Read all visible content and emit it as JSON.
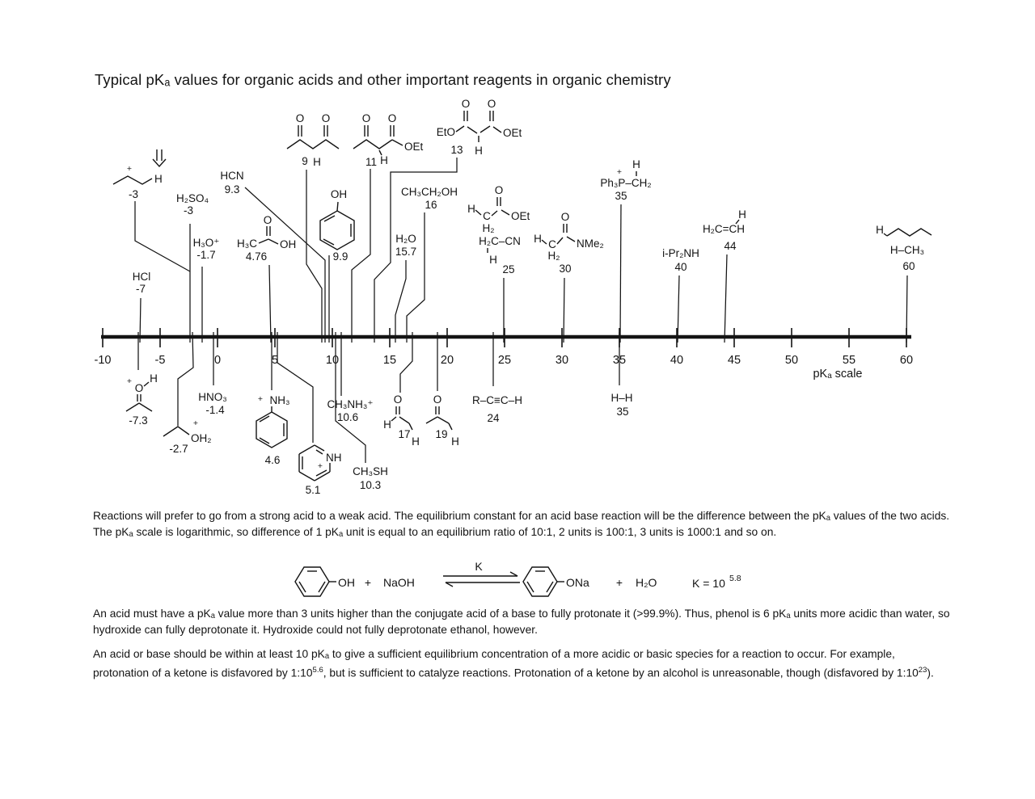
{
  "title": "Typical pKₐ values for organic acids and other important reagents in organic chemistry",
  "scale": {
    "ticks": [
      "-10",
      "-5",
      "0",
      "5",
      "10",
      "15",
      "20",
      "25",
      "30",
      "35",
      "40",
      "45",
      "50",
      "55",
      "60"
    ],
    "label": "pKₐ scale"
  },
  "compounds": {
    "above": {
      "hcl": {
        "formula": "HCl",
        "pka": "-7"
      },
      "propene_cation": {
        "plus": "+",
        "h": "H",
        "pka": "-3"
      },
      "h2so4": {
        "formula": "H₂SO₄",
        "pka": "-3"
      },
      "h3o": {
        "formula": "H₃O⁺",
        "pka": "-1.7"
      },
      "acetic_acid": {
        "h3c": "H₃C",
        "o": "O",
        "oh": "OH",
        "pka": "4.76"
      },
      "hcn": {
        "formula": "HCN",
        "pka": "9.3"
      },
      "acetylacetone": {
        "o1": "O",
        "o2": "O",
        "pka": "9",
        "h": "H"
      },
      "phenol": {
        "oh": "OH",
        "pka": "9.9"
      },
      "ethyl_acetoacetate": {
        "o1": "O",
        "o2": "O",
        "oet": "OEt",
        "pka": "11",
        "h": "H"
      },
      "diethyl_malonate": {
        "eto": "EtO",
        "o1": "O",
        "o2": "O",
        "oet": "OEt",
        "pka": "13",
        "h": "H"
      },
      "water": {
        "formula": "H₂O",
        "pka": "15.7"
      },
      "ethanol": {
        "formula": "CH₃CH₂OH",
        "pka": "16"
      },
      "ethyl_acetate": {
        "h": "H",
        "c": "C",
        "h2": "H₂",
        "o": "O",
        "oet": "OEt"
      },
      "acetonitrile": {
        "formula": "H₂C–CN",
        "h": "H",
        "pka": "25"
      },
      "dimethylacetamide": {
        "h": "H",
        "c": "C",
        "h2": "H₂",
        "o": "O",
        "nme2": "NMe₂",
        "pka": "30"
      },
      "phosphonium_ylide": {
        "plus": "+",
        "h": "H",
        "formula": "Ph₃P–CH₂",
        "pka": "35"
      },
      "diisopropylamine": {
        "formula": "i-Pr₂NH",
        "pka": "40"
      },
      "ethylene": {
        "h": "H",
        "formula": "H₂C=CH",
        "pka": "44"
      },
      "butane_methane": {
        "h": "H",
        "formula": "H–CH₃",
        "pka": "60"
      }
    },
    "below": {
      "protonated_acetone": {
        "plus": "+",
        "o": "O",
        "h": "H",
        "pka": "-7.3"
      },
      "protonated_ethanol": {
        "plus": "+",
        "oh2": "OH₂",
        "pka": "-2.7"
      },
      "nitric_acid": {
        "formula": "HNO₃",
        "pka": "-1.4"
      },
      "anilinium": {
        "plus": "+",
        "nh3": "NH₃",
        "pka": "4.6"
      },
      "pyridinium": {
        "plus": "+",
        "nh": "NH",
        "pka": "5.1"
      },
      "methylammonium": {
        "formula": "CH₃NH₃⁺",
        "pka": "10.6"
      },
      "methanethiol": {
        "formula": "CH₃SH",
        "pka": "10.3"
      },
      "acetaldehyde": {
        "o": "O",
        "h_left": "H",
        "pka": "17",
        "h_right": "H"
      },
      "acetone": {
        "o": "O",
        "pka": "19",
        "h": "H"
      },
      "terminal_alkyne": {
        "formula": "R–C≡C–H",
        "pka": "24"
      },
      "hydrogen": {
        "formula": "H–H",
        "pka": "35"
      }
    }
  },
  "reaction": {
    "reactant_oh": "OH",
    "plus1": "+",
    "naoh": "NaOH",
    "k": "K",
    "product_ona": "ONa",
    "plus2": "+",
    "h2o": "H₂O",
    "k_value": "K = 10",
    "k_exponent": "5.8"
  },
  "paragraphs": {
    "p1": "Reactions will prefer to go from a strong acid to a weak acid.  The equilibrium constant for an acid base reaction will be the difference between the pKₐ values of the two acids.  The pKₐ scale is logarithmic, so difference of 1 pKₐ unit is equal to an equilibrium ratio of 10:1, 2 units is 100:1, 3 units is 1000:1 and so on.",
    "p2": "An acid must have a pKₐ value more than 3 units higher than the conjugate acid of a base to fully protonate it (>99.9%).  Thus, phenol is 6 pKₐ units more acidic than water, so hydroxide can fully deprotonate it.  Hydroxide could not fully deprotonate ethanol, however.",
    "p3_part1": "An acid or base should be within at least 10 pKₐ to give a sufficient equilibrium concentration of a more acidic or basic species for a reaction to occur.  For example, protonation of a ketone is disfavored by 1:10",
    "p3_sup1": "5.6",
    "p3_part2": ", but is sufficient to catalyze reactions.  Protonation of a ketone by an alcohol is unreasonable, though (disfavored by 1:10",
    "p3_sup2": "23",
    "p3_part3": ")."
  }
}
